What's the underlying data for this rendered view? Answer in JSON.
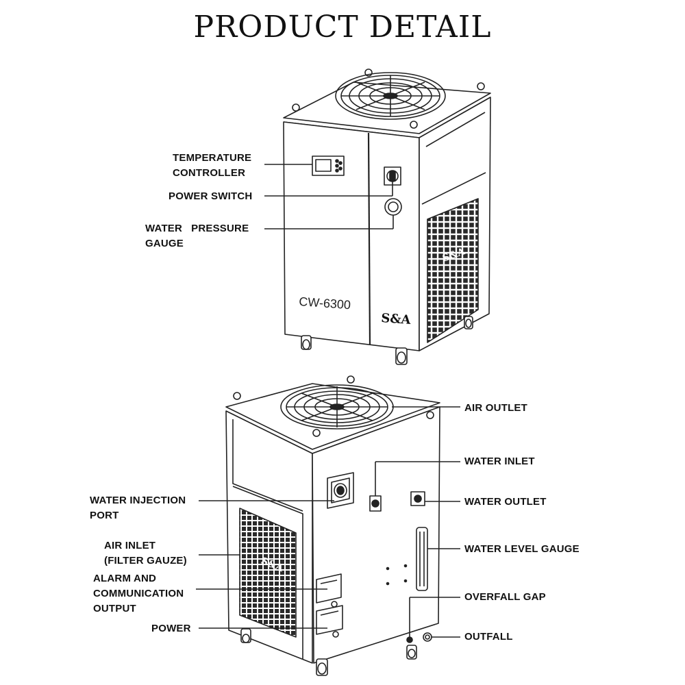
{
  "title": "PRODUCT DETAIL",
  "model_text": "CW-6300",
  "brand_text": "S&A",
  "front_labels": {
    "temperature_controller": "TEMPERATURE\nCONTROLLER",
    "power_switch": "POWER SWITCH",
    "water_pressure_gauge_a": "WATER   PRESSURE",
    "water_pressure_gauge_b": "GAUGE"
  },
  "back_labels": {
    "air_outlet": "AIR OUTLET",
    "water_inlet": "WATER INLET",
    "water_injection_port": "WATER INJECTION\nPORT",
    "water_outlet": "WATER OUTLET",
    "air_inlet": "AIR INLET\n(FILTER GAUZE)",
    "water_level_gauge": "WATER LEVEL GAUGE",
    "alarm_output": "ALARM AND\nCOMMUNICATION\nOUTPUT",
    "overfall_gap": "OVERFALL GAP",
    "power": "POWER",
    "outfall": "OUTFALL"
  }
}
